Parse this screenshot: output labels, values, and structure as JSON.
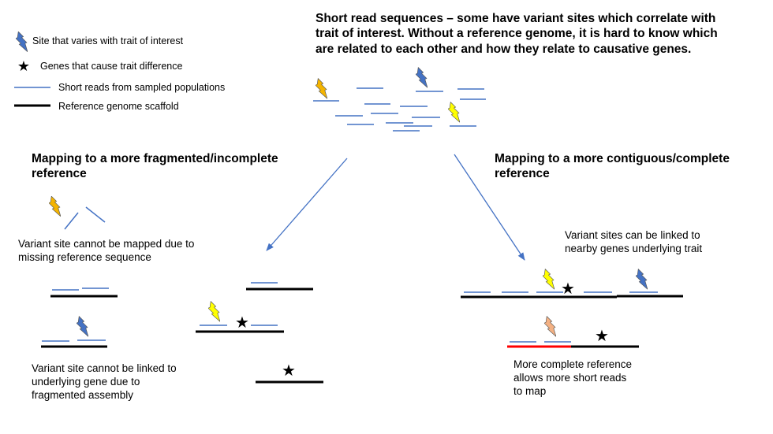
{
  "legend": {
    "variant_site": "Site that varies with trait of interest",
    "genes": "Genes that cause trait difference",
    "short_reads": "Short reads from sampled populations",
    "reference": "Reference genome scaffold"
  },
  "headline": {
    "line1": "Short read sequences – some have variant sites which correlate with",
    "line2": "trait of interest. Without a reference genome, it is hard to know which",
    "line3": "are related to each other and how they relate to causative genes."
  },
  "left": {
    "title_line1": "Mapping to a more fragmented/incomplete",
    "title_line2": "reference",
    "note1_line1": "Variant site cannot be mapped due to",
    "note1_line2": "missing reference  sequence",
    "note2_line1": "Variant site cannot be linked to",
    "note2_line2": "underlying gene due to",
    "note2_line3": "fragmented assembly"
  },
  "right": {
    "title_line1": "Mapping to a more contiguous/complete",
    "title_line2": "reference",
    "note1_line1": "Variant sites can be linked to",
    "note1_line2": "nearby genes underlying trait",
    "note2_line1": "More complete reference",
    "note2_line2": "allows more short reads",
    "note2_line3": "to map"
  },
  "colors": {
    "read": "#4472c4",
    "scaffold": "#000000",
    "highlight_scaffold": "#ff0000",
    "variant_blue": "#4472c4",
    "variant_orange": "#f4b183",
    "variant_yellow": "#ffff00",
    "variant_gold": "#f4b400"
  }
}
